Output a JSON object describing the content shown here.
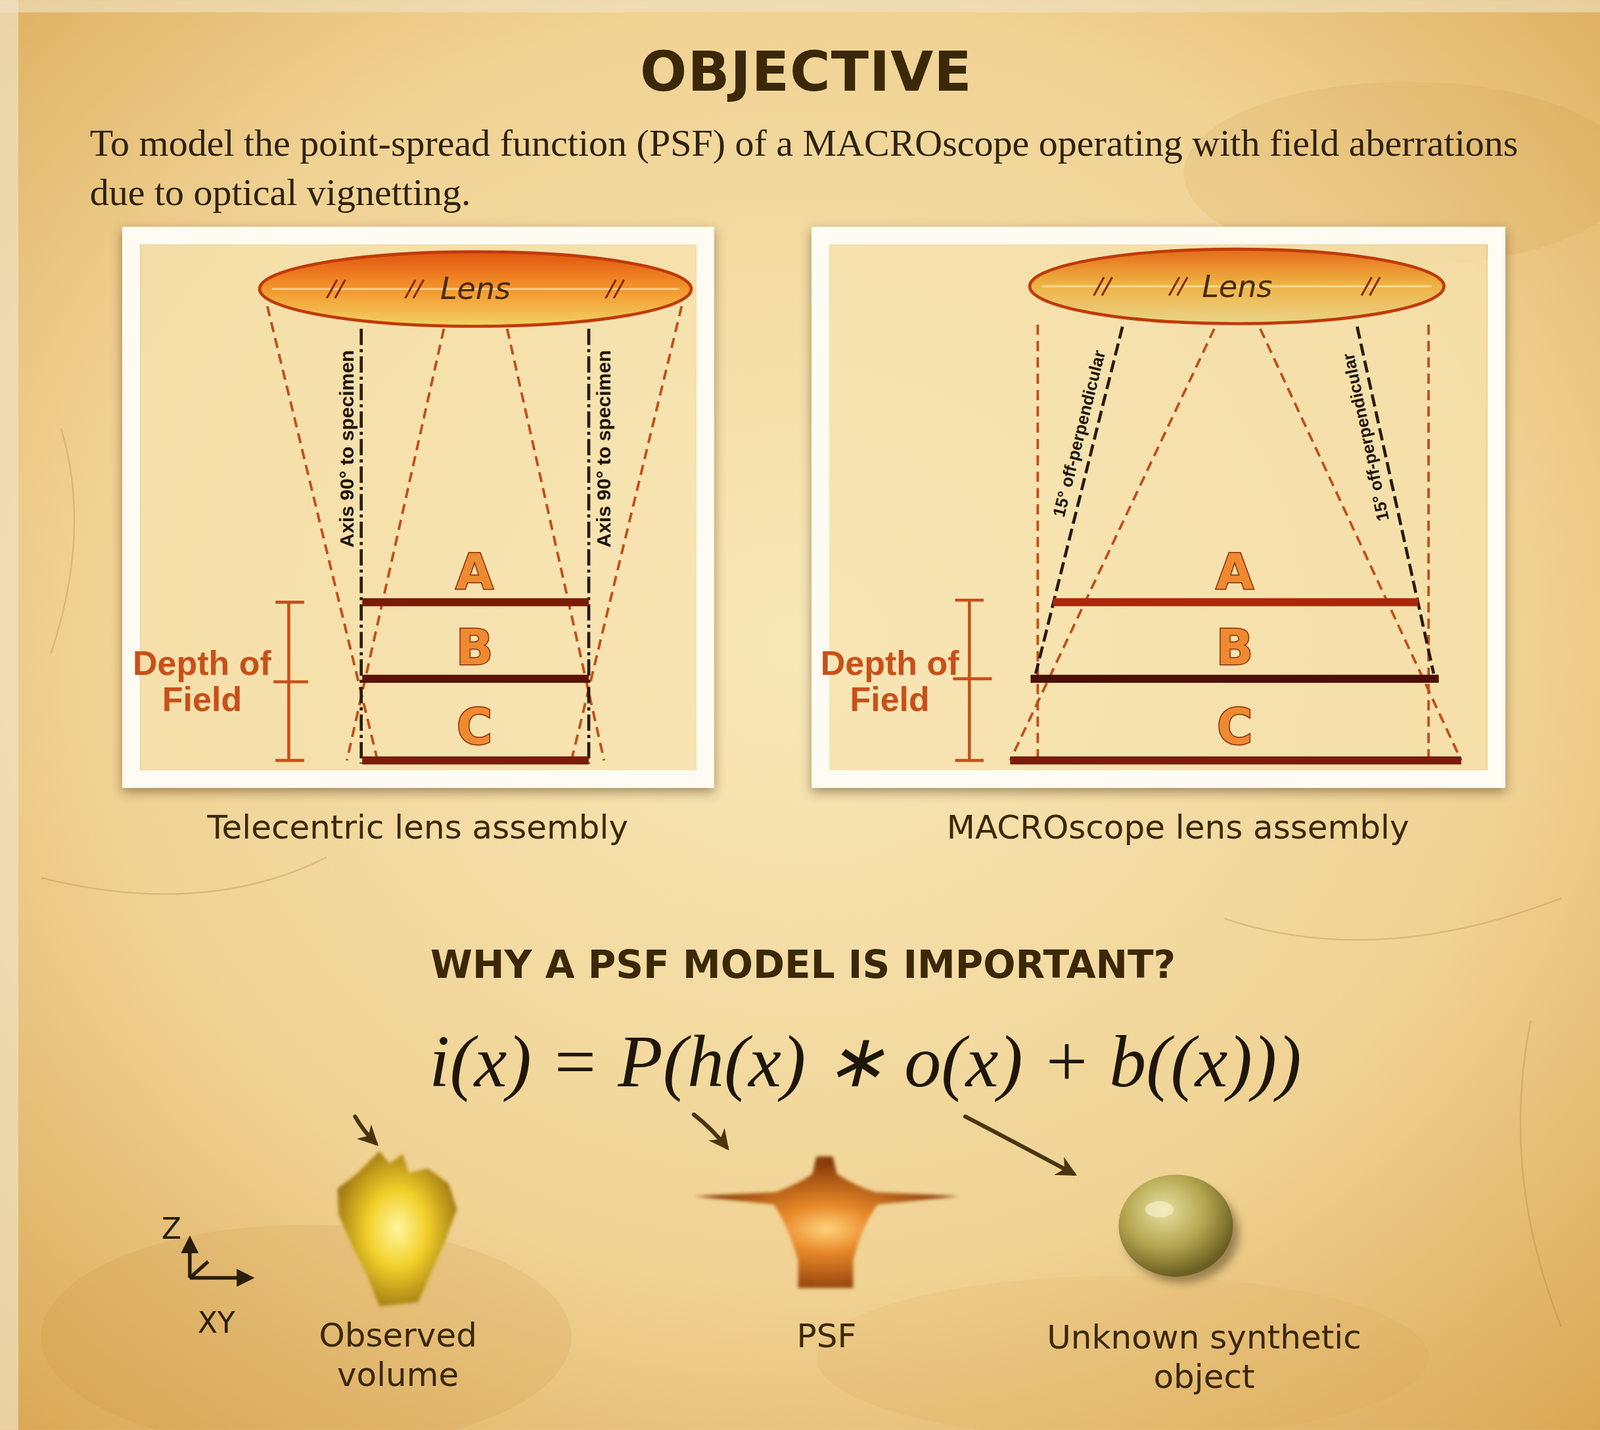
{
  "diagram": {
    "title": "OBJECTIVE",
    "nodes": [
      {
        "text": [
          "Telecentric lens assembly"
        ]
      },
      {
        "text": [
          "Lens"
        ],
        "in": 0
      },
      {
        "text": [
          "MACROscope lens assembly"
        ]
      },
      {
        "text": [
          "Lens"
        ],
        "in": 2
      },
      {
        "text": [
          "Observed volume"
        ]
      },
      {
        "text": [
          "PSF"
        ]
      },
      {
        "text": [
          "Unknown synthetic object"
        ]
      }
    ],
    "labels": [
      "To model the point-spread function (PSF) of a MACROscope operating with field aberrations due to optical vignetting.",
      "Axis 90° to specimen",
      "Axis 90° to specimen",
      "A",
      "B",
      "C",
      "Depth of Field",
      "15° off-perpendicular",
      "15° off-perpendicular",
      "A",
      "B",
      "C",
      "Depth of Field",
      "WHY A PSF MODEL IS IMPORTANT?",
      "i(x) = P(h(x) ∗ o(x) + b((x)))",
      "Z",
      "XY"
    ]
  }
}
